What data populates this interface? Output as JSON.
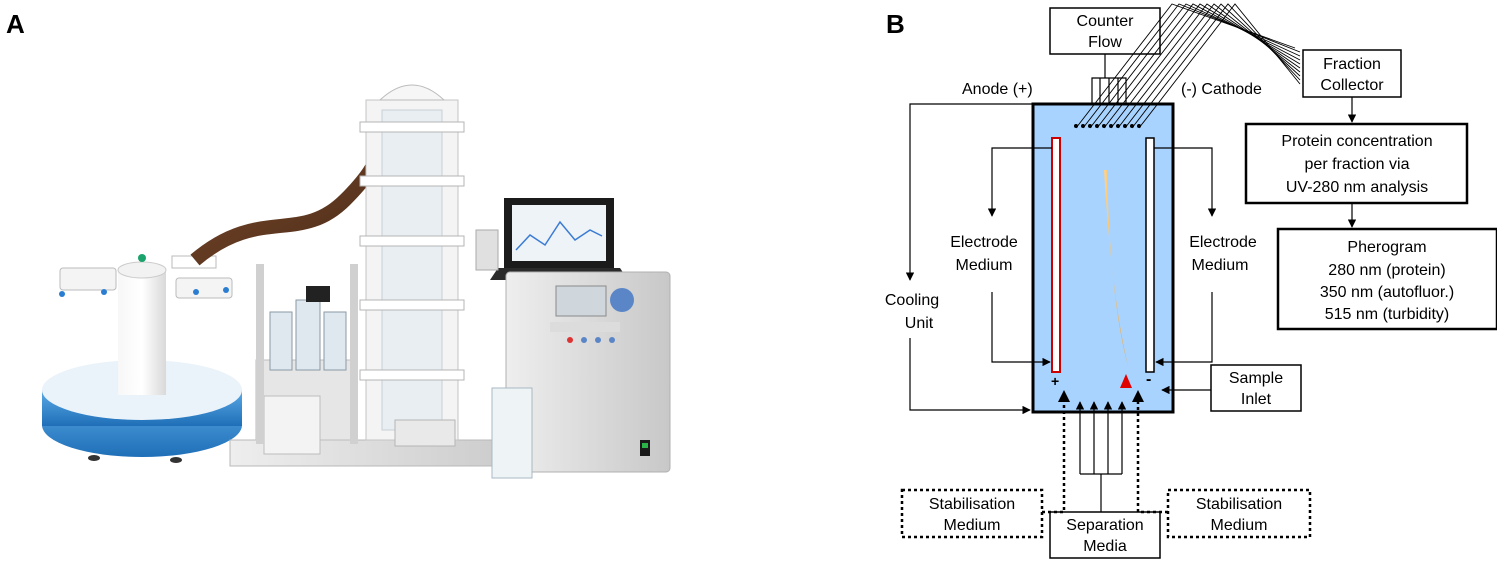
{
  "panel_a": {
    "label": "A"
  },
  "panel_b": {
    "label": "B",
    "counter_flow": [
      "Counter",
      "Flow"
    ],
    "fraction_collector": [
      "Fraction",
      "Collector"
    ],
    "anode": "Anode (+)",
    "cathode": "(-) Cathode",
    "electrode_medium_left": [
      "Electrode",
      "Medium"
    ],
    "electrode_medium_right": [
      "Electrode",
      "Medium"
    ],
    "cooling_unit": [
      "Cooling",
      "Unit"
    ],
    "sample_inlet": [
      "Sample",
      "Inlet"
    ],
    "plus_sign": "+",
    "minus_sign": "-",
    "protein_box": [
      "Protein concentration",
      "per fraction via",
      "UV-280 nm analysis"
    ],
    "pherogram_box": [
      "Pherogram",
      "280 nm (protein)",
      "350 nm (autofluor.)",
      "515 nm (turbidity)"
    ],
    "stabilisation_left": [
      "Stabilisation",
      "Medium"
    ],
    "stabilisation_right": [
      "Stabilisation",
      "Medium"
    ],
    "separation_media": [
      "Separation",
      "Media"
    ],
    "colors": {
      "chamber_fill": "#a9d3ff",
      "left_electrode": "#cc0000",
      "focus_band": "#f5a623",
      "sample_marker": "#e00000"
    }
  }
}
